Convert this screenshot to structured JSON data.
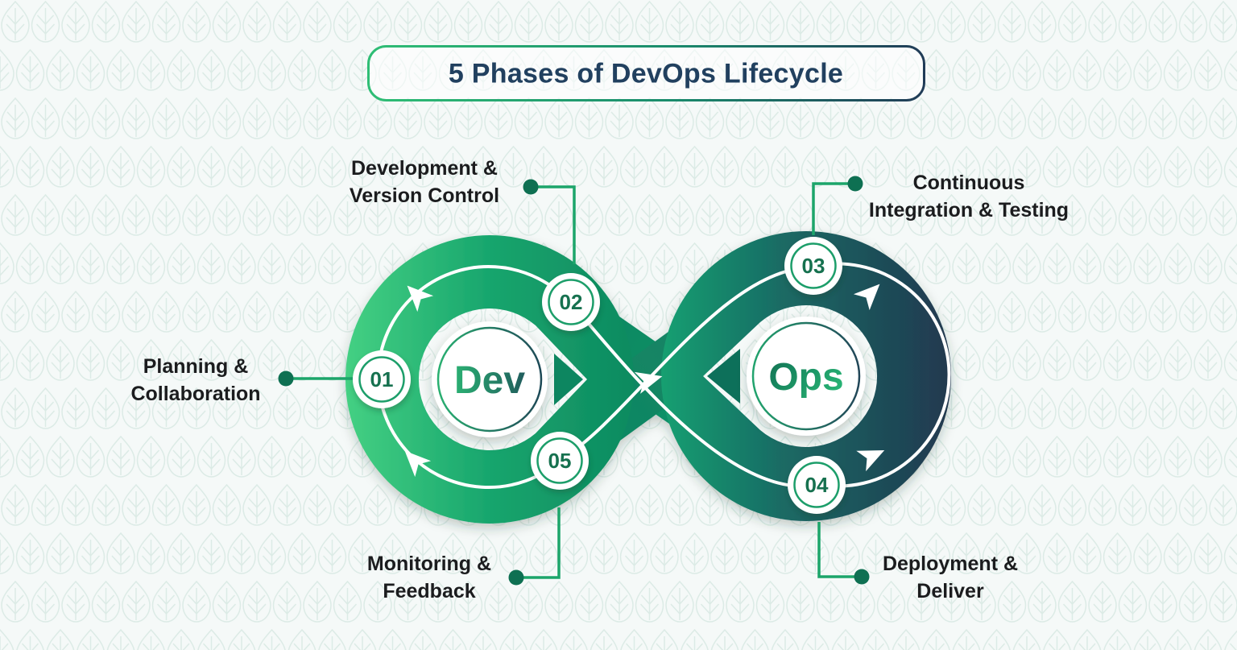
{
  "title": "5 Phases of DevOps Lifecycle",
  "loops": {
    "dev": "Dev",
    "ops": "Ops"
  },
  "phases": [
    {
      "number": "01",
      "line1": "Planning &",
      "line2": "Collaboration"
    },
    {
      "number": "02",
      "line1": "Development &",
      "line2": "Version Control"
    },
    {
      "number": "03",
      "line1": "Continuous",
      "line2": "Integration & Testing"
    },
    {
      "number": "04",
      "line1": "Deployment &",
      "line2": "Deliver"
    },
    {
      "number": "05",
      "line1": "Monitoring &",
      "line2": "Feedback"
    }
  ],
  "colors": {
    "background": "#f5f9f8",
    "pattern_leaf": "#dcebe6",
    "title_text": "#21405f",
    "label_text": "#1b1c1e",
    "green_light": "#44d083",
    "green_mid": "#17a56d",
    "green_dark": "#0e8a60",
    "navy_dark": "#21384f",
    "badge_ring": "#1f9e6a",
    "badge_number": "#15714f",
    "connector_line": "#1ca56a",
    "connector_dot": "#0e7052"
  }
}
